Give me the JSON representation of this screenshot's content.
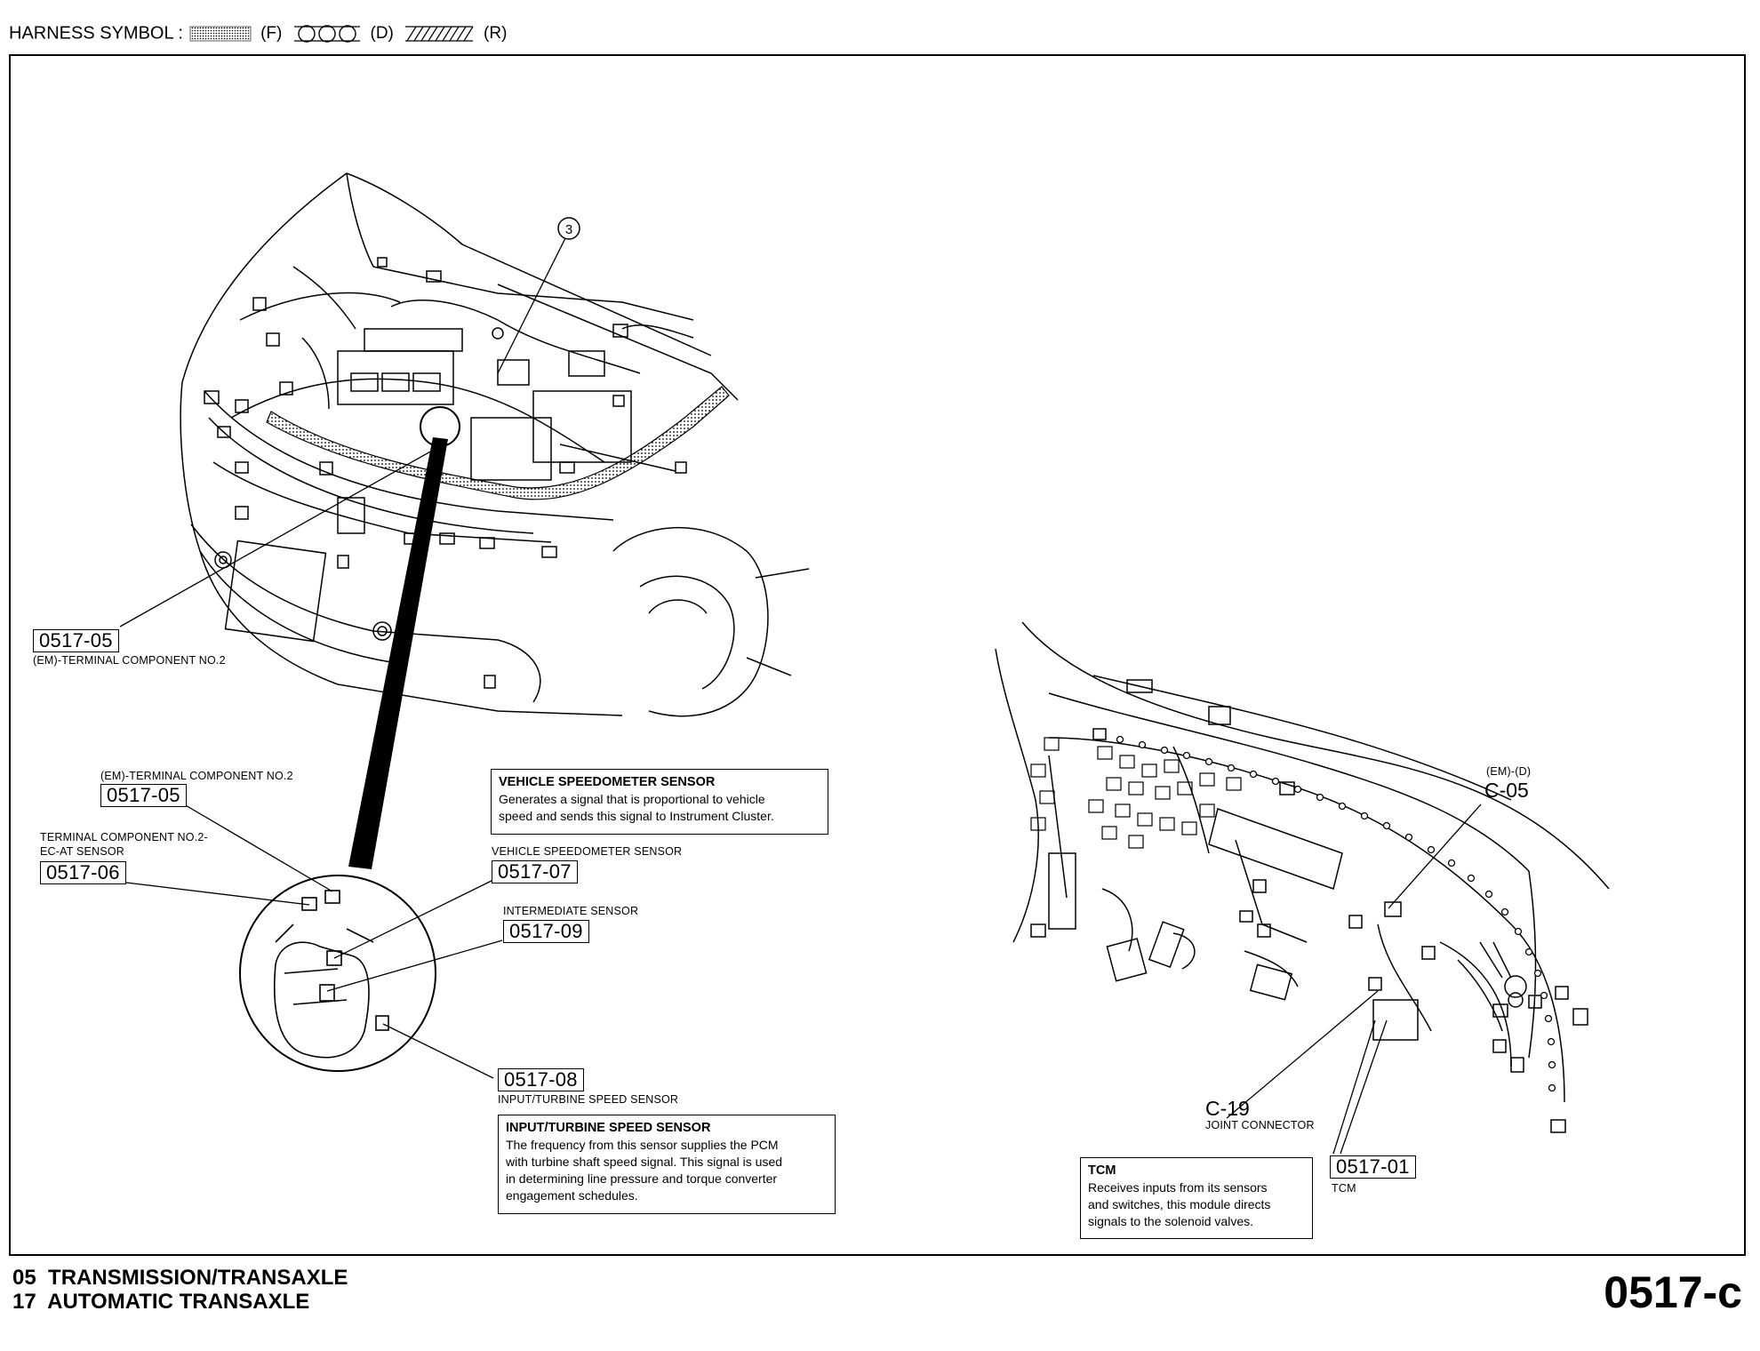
{
  "legend": {
    "title": "HARNESS SYMBOL :",
    "items": [
      {
        "label": "(F)",
        "pattern": "dotted-fill"
      },
      {
        "label": "(D)",
        "pattern": "circles"
      },
      {
        "label": "(R)",
        "pattern": "hatched"
      }
    ]
  },
  "callout_number": "3",
  "labels": {
    "em_terminal_main": {
      "code": "0517-05",
      "caption": "(EM)-TERMINAL COMPONENT NO.2"
    },
    "em_terminal_detail": {
      "code": "0517-05",
      "caption": "(EM)-TERMINAL COMPONENT NO.2"
    },
    "ec_at_sensor": {
      "code": "0517-06",
      "caption_line1": "TERMINAL COMPONENT NO.2-",
      "caption_line2": "EC-AT SENSOR"
    },
    "vehicle_speedometer_sensor": {
      "code": "0517-07",
      "caption": "VEHICLE SPEEDOMETER SENSOR"
    },
    "intermediate_sensor": {
      "code": "0517-09",
      "caption": "INTERMEDIATE SENSOR"
    },
    "input_turbine_sensor": {
      "code": "0517-08",
      "caption": "INPUT/TURBINE SPEED SENSOR"
    },
    "tcm": {
      "code": "0517-01",
      "caption": "TCM"
    }
  },
  "connectors": {
    "c05": {
      "tag": "(EM)-(D)",
      "name": "C-05"
    },
    "c19": {
      "name": "C-19",
      "caption": "JOINT CONNECTOR"
    }
  },
  "descriptions": {
    "speedometer": {
      "title": "VEHICLE SPEEDOMETER SENSOR",
      "lines": [
        "Generates a signal that is proportional to vehicle",
        "speed and sends this signal to Instrument Cluster."
      ]
    },
    "turbine": {
      "title": "INPUT/TURBINE SPEED SENSOR",
      "lines": [
        "The frequency from this sensor supplies the PCM",
        "with turbine shaft speed signal. This signal is used",
        "in determining line pressure and torque converter",
        "engagement schedules."
      ]
    },
    "tcm": {
      "title": "TCM",
      "lines": [
        "Receives inputs from its sensors",
        "and switches, this module directs",
        "signals to the solenoid valves."
      ]
    }
  },
  "footer": {
    "line1": "05  TRANSMISSION/TRANSAXLE",
    "line2": "17  AUTOMATIC TRANSAXLE",
    "page_code": "0517-c"
  }
}
